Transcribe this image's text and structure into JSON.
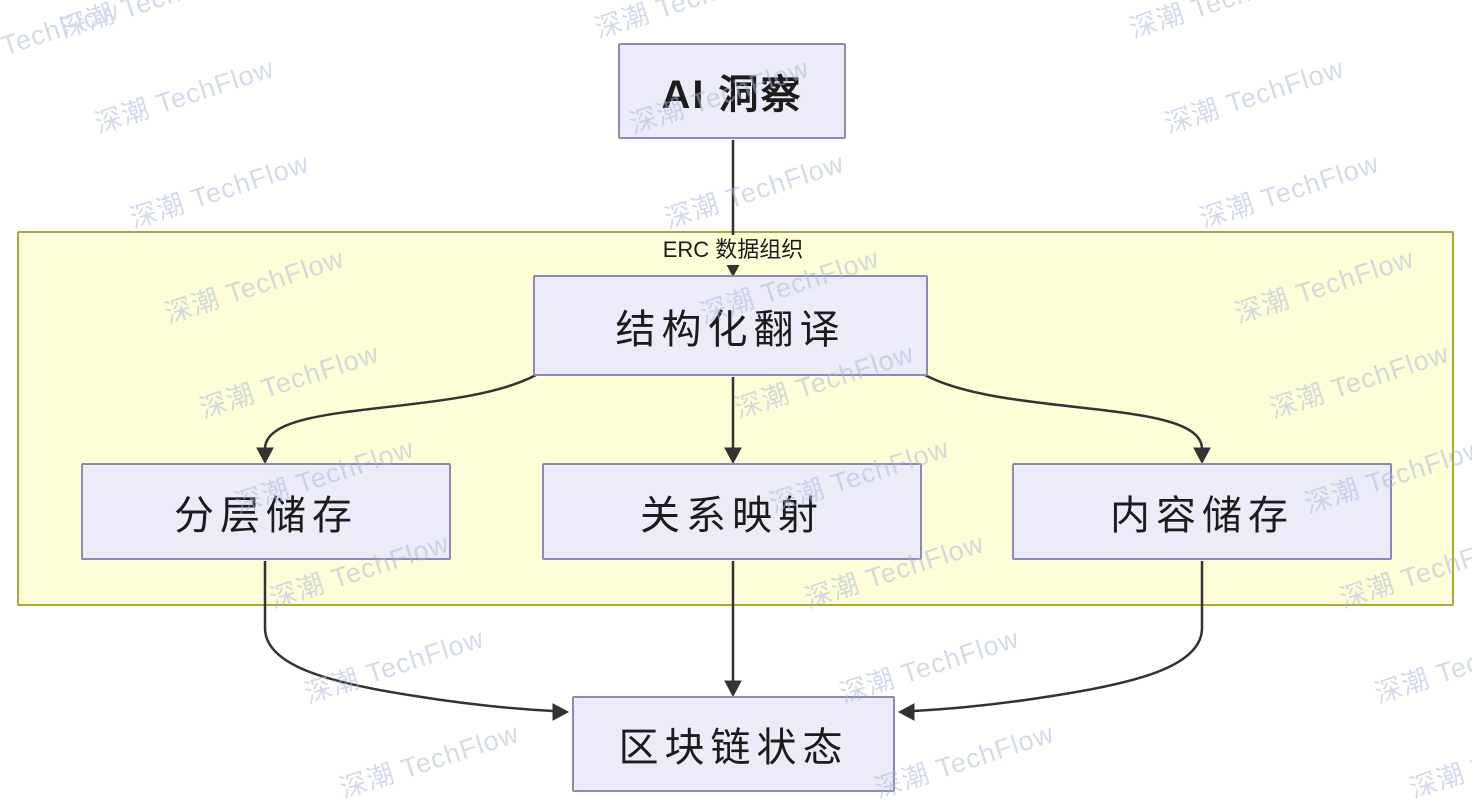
{
  "diagram": {
    "type": "flowchart",
    "title_node": {
      "label": "AI 洞察"
    },
    "container": {
      "label": "ERC 数据组织"
    },
    "nodes": {
      "ai_insight": "AI 洞察",
      "structured_translation": "结构化翻译",
      "layered_storage": "分层储存",
      "relation_mapping": "关系映射",
      "content_storage": "内容储存",
      "blockchain_state": "区块链状态"
    },
    "edges": [
      {
        "from": "AI 洞察",
        "to": "结构化翻译"
      },
      {
        "from": "结构化翻译",
        "to": "分层储存"
      },
      {
        "from": "结构化翻译",
        "to": "关系映射"
      },
      {
        "from": "结构化翻译",
        "to": "内容储存"
      },
      {
        "from": "分层储存",
        "to": "区块链状态"
      },
      {
        "from": "关系映射",
        "to": "区块链状态"
      },
      {
        "from": "内容储存",
        "to": "区块链状态"
      }
    ],
    "colors": {
      "node_fill": "#ececf9",
      "node_border": "#9189b5",
      "container_fill": "#fdfdd8",
      "container_border": "#a9a93a",
      "edge": "#333333",
      "text": "#1c1c1c",
      "watermark": "#aab6d8"
    },
    "watermark": {
      "text": "深潮 TechFlow"
    }
  }
}
